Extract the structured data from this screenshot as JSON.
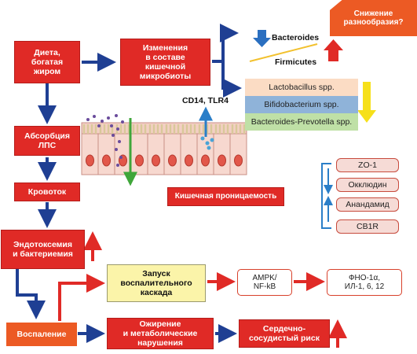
{
  "boxes": {
    "diet": "Диета,\nбогатая\nжиром",
    "microbiota_change": "Изменения\nв составе\nкишечной\nмикробиоты",
    "lps_absorption": "Абсорбция\nЛПС",
    "bloodstream": "Кровоток",
    "endotoxemia": "Эндотоксемия\nи бактериемия",
    "inflammation_cascade": "Запуск\nвоспалительного\nкаскада",
    "ampk": "AMPK/\nNF-kB",
    "cytokines": "ФНО-1α,\nИЛ-1, 6, 12",
    "inflammation": "Воспаление",
    "obesity": "Ожирение\nи метаболические\nнарушения",
    "cv_risk": "Сердечно-\nсосудистый риск",
    "diversity": "Снижение\nразнообразия?",
    "permeability": "Кишечная проницаемость"
  },
  "labels": {
    "bacteroides": "Bacteroides",
    "firmicutes": "Firmicutes",
    "receptors": "CD14, TLR4"
  },
  "bacteria": [
    {
      "name": "Lactobacillus spp.",
      "color": "#fbdcc4"
    },
    {
      "name": "Bifidobacterium spp.",
      "color": "#8fb3d9"
    },
    {
      "name": "Bacteroides-Prevotella spp.",
      "color": "#bfe0a6"
    }
  ],
  "junction_proteins": [
    "ZO-1",
    "Окклюдин",
    "Анандамид",
    "CB1R"
  ],
  "colors": {
    "navy": "#1f3f93",
    "red": "#e02a26",
    "orange": "#ec5a24",
    "blue_arrow": "#2a7ec8",
    "yellow_arrow": "#f6e01a",
    "green_arrow": "#3fa63a"
  },
  "icons": [
    "arrow-down-icon",
    "arrow-up-icon",
    "epithelium-illustration"
  ]
}
